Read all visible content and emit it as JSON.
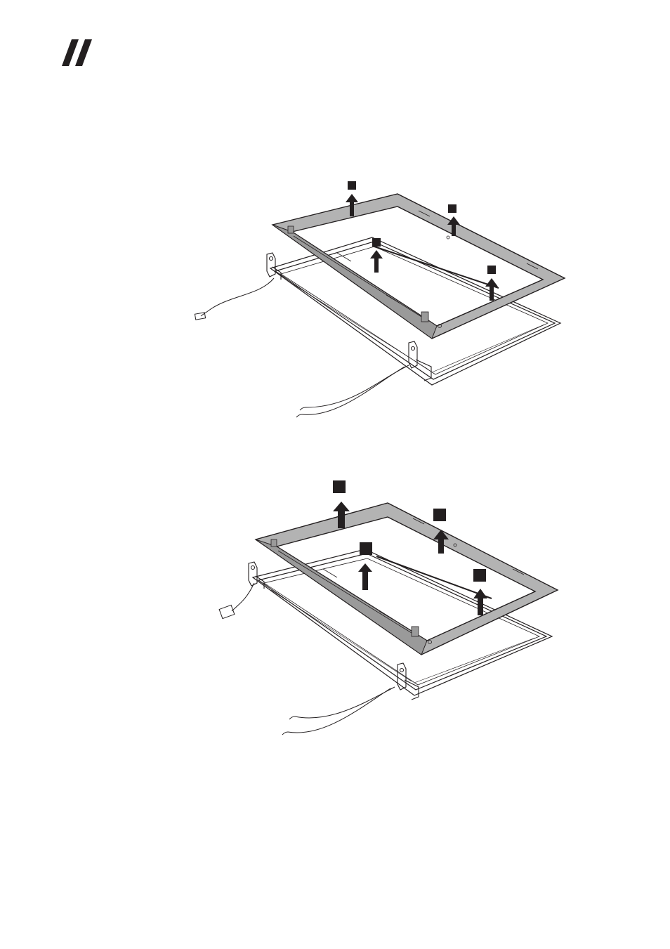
{
  "header": {
    "logo_icon": "double-slash-logo-icon"
  },
  "figures": [
    {
      "name": "bezel-removal-figure-1",
      "callout_count": 4,
      "icons": [
        "lcd-bezel-icon",
        "lcd-panel-frame-icon",
        "hinge-icon",
        "cable-icon",
        "lift-arrow-icon"
      ]
    },
    {
      "name": "bezel-removal-figure-2",
      "callout_count": 4,
      "icons": [
        "lcd-bezel-icon",
        "lcd-panel-frame-icon",
        "hinge-icon",
        "cable-icon",
        "lift-arrow-icon"
      ]
    }
  ],
  "colors": {
    "line": "#231f20",
    "bezel_fill": "#b3b3b3",
    "callout_fill": "#231f20"
  }
}
